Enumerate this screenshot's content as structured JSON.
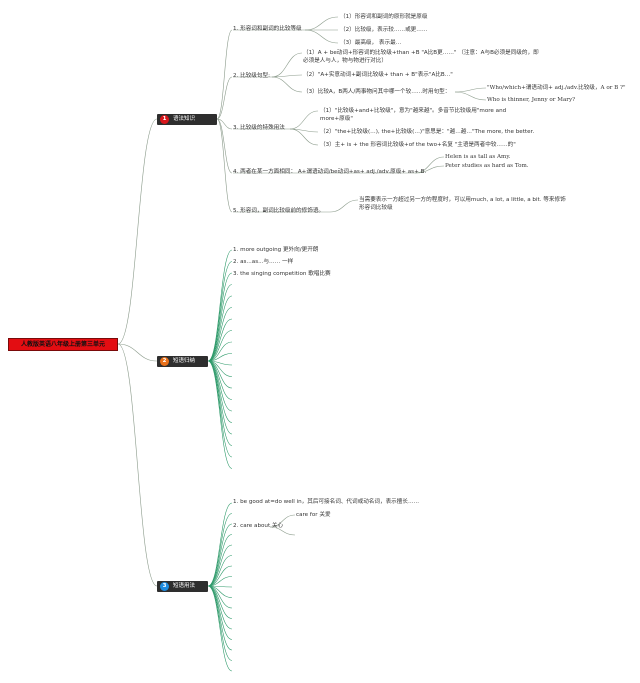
{
  "root": {
    "label": "人教版英语八年级上册第三单元"
  },
  "colors": {
    "root_bg": "#e30d12",
    "branch_bg": "#2e2e2e",
    "badge1": "#d8161b",
    "badge2": "#e8701a",
    "badge3": "#1e8ce0",
    "line_red": "#b34a4a",
    "line_gray": "#8a9a8a",
    "line_green": "#2e9a6a",
    "line_blue": "#3a7ab0"
  },
  "branch1": {
    "badge": "1",
    "label": "语法知识",
    "items": [
      {
        "label": "1. 形容词和副词的比较等级",
        "children": [
          "（1）形容词和副词的原形就是原级",
          "（2）比较级，表示较……或更……",
          "（3）最高级， 表示最…"
        ]
      },
      {
        "label": "2. 比较级句型:",
        "children": [
          "（1）A + be动词+形容词的比较级+than +B \"A比B更……\" （注意：A与B必须是同级的，即必须是人与人，物与物进行对比）",
          "（2）\"A+实意动词+副词比较级+ than + B\"表示\"A比B…\"",
          "（3）比较A，B两人/两事物问其中哪一个较……时用句型："
        ],
        "sub": [
          "\"Who/which+谓语动词+ adj./adv.比较级，A or B ?\"",
          "Who is thinner, Jenny or Mary?"
        ]
      },
      {
        "label": "3. 比较级的特殊用法",
        "children": [
          "（1）\"比较级+and+比较级\"，意为\"越来越\"。多音节比较级用\"more and more+原级\"",
          "（2）\"the+比较级(…), the+比较级(…)\"意思是：\"越…越…\"The more, the better.",
          "（3）主+ is + the 形容词比较级+of the two+名复 \"主语是两者中较……的\""
        ]
      },
      {
        "label": "4. 两者在某一方面相同： A+谓语动词/be动词+as+ adj./adv.原级+ as+ B.",
        "children": [
          "Helen is as tall as Amy.",
          "Peter studies as hard as Tom."
        ]
      },
      {
        "label": "5. 形容词，副词比较级前的修饰语。",
        "children": [
          "当需要表示一方超过另一方的程度时，可以用much, a lot, a little, a bit. 等来修饰形容词比较级"
        ]
      }
    ]
  },
  "branch2": {
    "badge": "2",
    "label": "短语归纳",
    "items": [
      "1. more outgoing 更外向/更开朗",
      "2. as...as...与…… 一样",
      "3. the singing competition 歌唱比赛"
    ]
  },
  "branch3": {
    "badge": "3",
    "label": "短语用法",
    "items": [
      "1. be good at=do well in，其后可接名词、代词或动名词，表示擅长……",
      "2. care about 关心"
    ],
    "sub": [
      "care for 关爱"
    ]
  }
}
